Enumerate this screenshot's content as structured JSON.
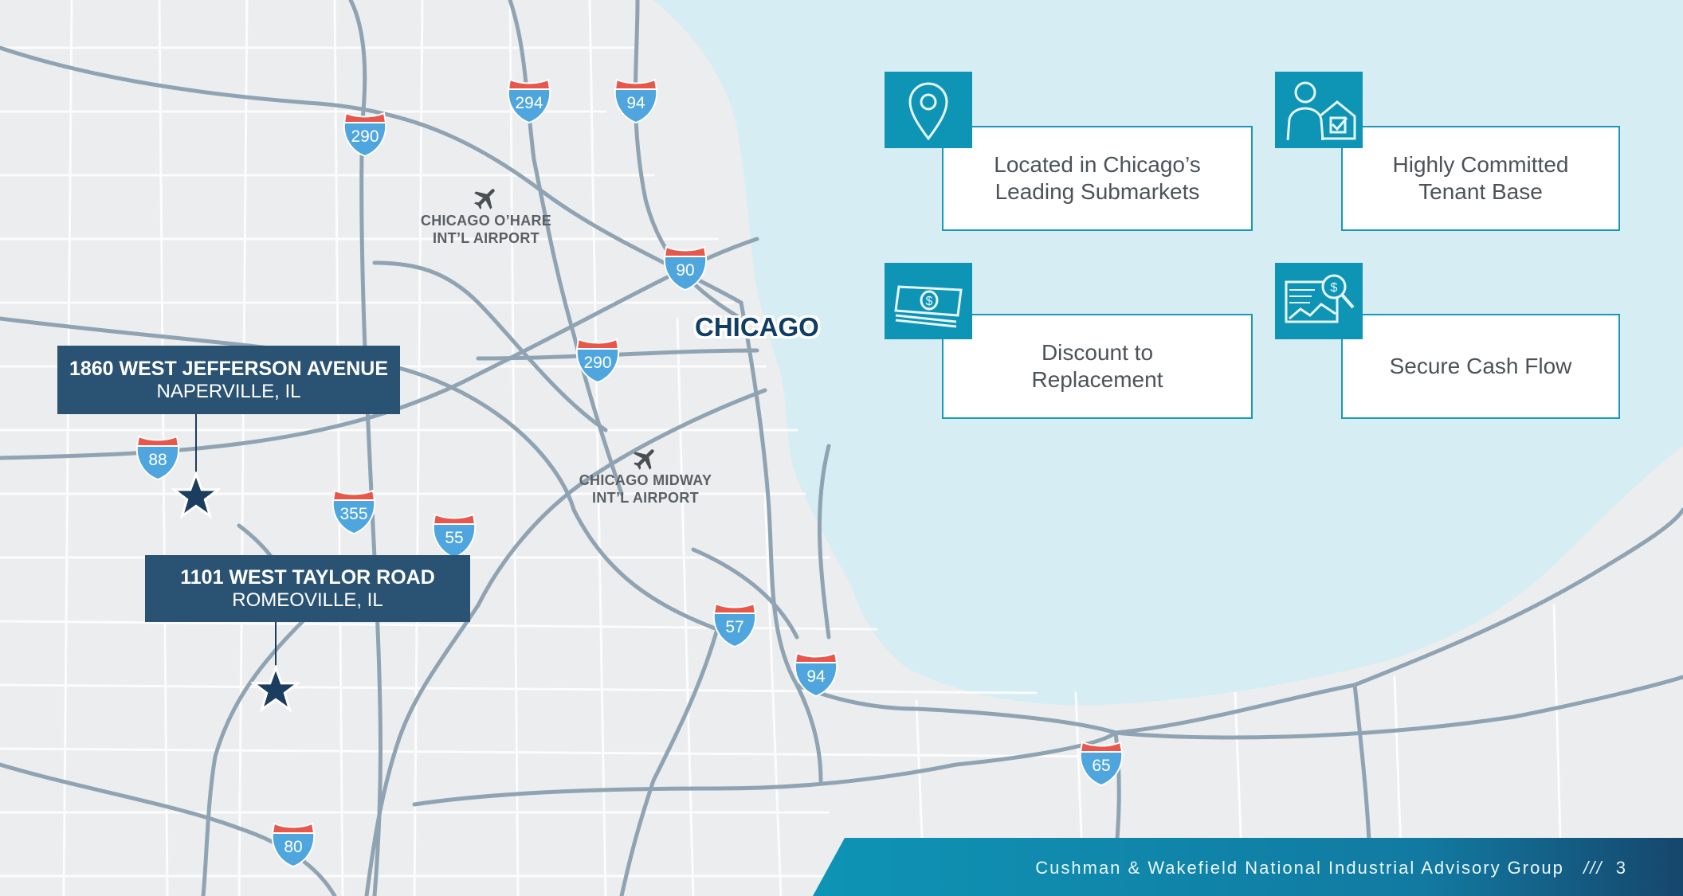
{
  "city_label": "CHICAGO",
  "airports": [
    {
      "name_line1": "CHICAGO O’HARE",
      "name_line2": "INT’L AIRPORT"
    },
    {
      "name_line1": "CHICAGO MIDWAY",
      "name_line2": "INT’L AIRPORT"
    }
  ],
  "highways": [
    "290",
    "294",
    "94",
    "90",
    "290",
    "88",
    "355",
    "55",
    "57",
    "94",
    "65",
    "80"
  ],
  "properties": [
    {
      "address": "1860 WEST JEFFERSON AVENUE",
      "location": "NAPERVILLE, IL"
    },
    {
      "address": "1101 WEST TAYLOR ROAD",
      "location": "ROMEOVILLE, IL"
    }
  ],
  "features": [
    {
      "line1": "Located in Chicago’s",
      "line2": "Leading Submarkets",
      "icon": "location-pin-icon"
    },
    {
      "line1": "Highly Committed",
      "line2": "Tenant Base",
      "icon": "tenant-building-icon"
    },
    {
      "line1": "Discount to",
      "line2": "Replacement",
      "icon": "money-stack-icon"
    },
    {
      "line1": "Secure Cash Flow",
      "line2": "",
      "icon": "financial-chart-search-icon"
    }
  ],
  "footer": {
    "text": "Cushman & Wakefield National Industrial Advisory Group",
    "divider": "///",
    "page_number": "3"
  },
  "colors": {
    "water": "#d6edf3",
    "accent": "#0e94b5",
    "label_bg": "#2a5273",
    "star": "#1b3d5f",
    "shield_red": "#e8574a",
    "shield_blue": "#4fa6de"
  }
}
